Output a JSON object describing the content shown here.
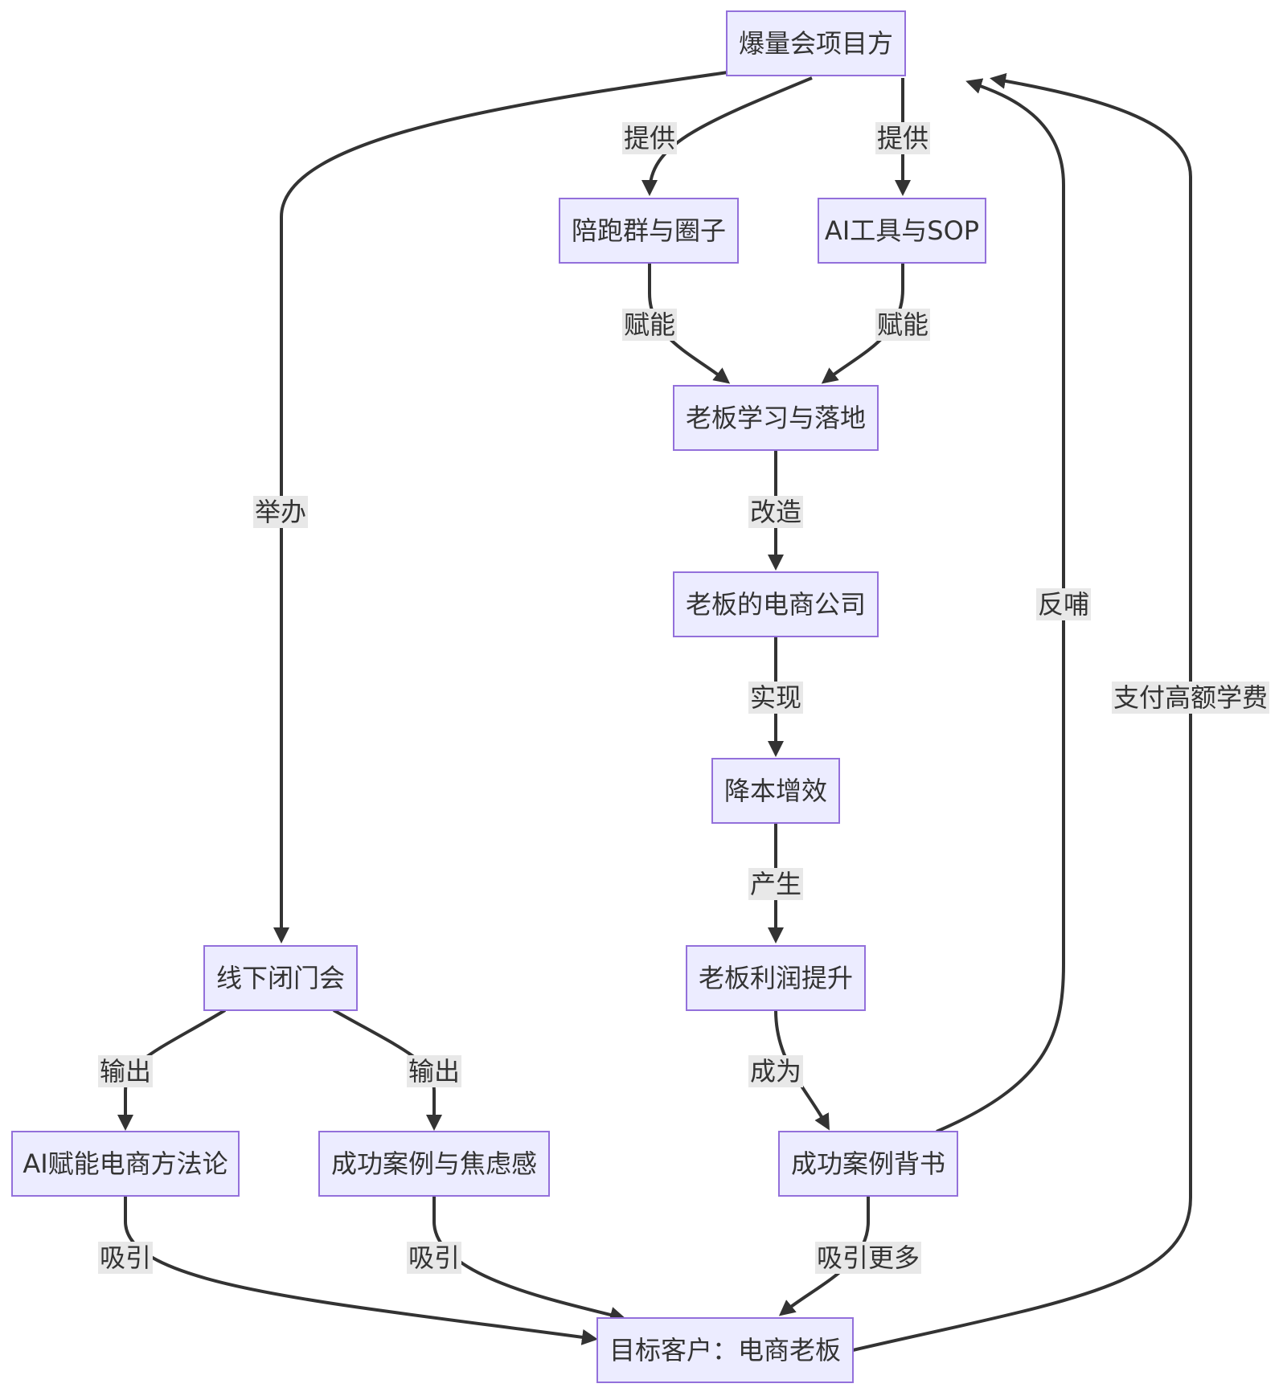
{
  "diagram": {
    "nodes": [
      {
        "id": "A",
        "label": "爆量会项目方"
      },
      {
        "id": "B",
        "label": "线下闭门会"
      },
      {
        "id": "C",
        "label": "AI赋能电商方法论"
      },
      {
        "id": "D",
        "label": "成功案例与焦虑感"
      },
      {
        "id": "E",
        "label": "目标客户：电商老板"
      },
      {
        "id": "F",
        "label": "陪跑群与圈子"
      },
      {
        "id": "G",
        "label": "AI工具与SOP"
      },
      {
        "id": "H",
        "label": "老板学习与落地"
      },
      {
        "id": "I",
        "label": "老板的电商公司"
      },
      {
        "id": "J",
        "label": "降本增效"
      },
      {
        "id": "K",
        "label": "老板利润提升"
      },
      {
        "id": "L",
        "label": "成功案例背书"
      }
    ],
    "edges": [
      {
        "id": "A-B",
        "label": "举办"
      },
      {
        "id": "A-F",
        "label": "提供"
      },
      {
        "id": "A-G",
        "label": "提供"
      },
      {
        "id": "F-H",
        "label": "赋能"
      },
      {
        "id": "G-H",
        "label": "赋能"
      },
      {
        "id": "H-I",
        "label": "改造"
      },
      {
        "id": "I-J",
        "label": "实现"
      },
      {
        "id": "J-K",
        "label": "产生"
      },
      {
        "id": "K-L",
        "label": "成为"
      },
      {
        "id": "L-A",
        "label": "反哺"
      },
      {
        "id": "B-C",
        "label": "输出"
      },
      {
        "id": "B-D",
        "label": "输出"
      },
      {
        "id": "C-E",
        "label": "吸引"
      },
      {
        "id": "D-E",
        "label": "吸引"
      },
      {
        "id": "L-E",
        "label": "吸引更多"
      },
      {
        "id": "E-A",
        "label": "支付高额学费"
      }
    ]
  }
}
